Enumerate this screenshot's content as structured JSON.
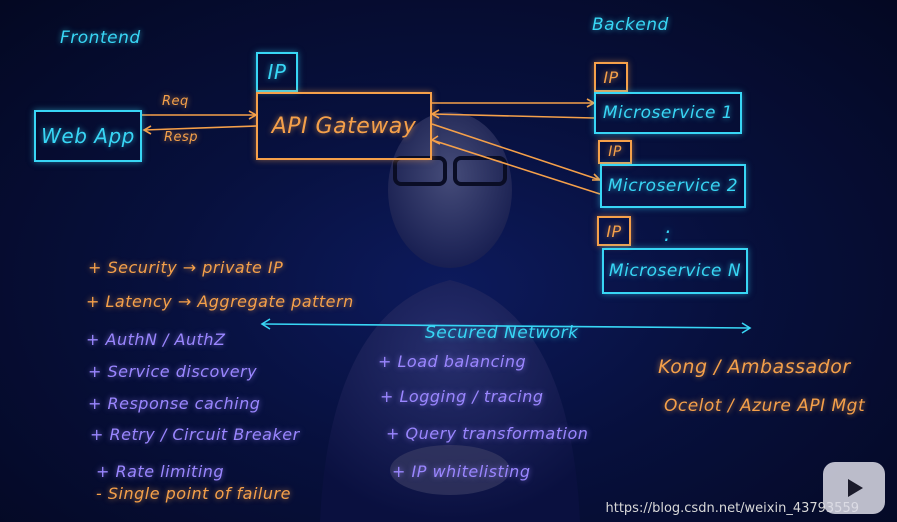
{
  "labels": {
    "frontend": "Frontend",
    "backend": "Backend",
    "web_app": "Web App",
    "api_gateway": "API Gateway",
    "ip": "IP",
    "req": "Req",
    "resp": "Resp",
    "microservice_1": "Microservice 1",
    "microservice_2": "Microservice 2",
    "microservice_n": "Microservice N",
    "dots": ":",
    "secured_network": "Secured Network"
  },
  "pros_left": [
    "+ Security → private IP",
    "+ Latency → Aggregate pattern",
    "+ AuthN / AuthZ",
    "+ Service discovery",
    "+ Response caching",
    "+ Retry / Circuit Breaker",
    "+ Rate limiting"
  ],
  "cons_left": [
    "- Single point of failure"
  ],
  "pros_right": [
    "+ Load balancing",
    "+ Logging / tracing",
    "+ Query transformation",
    "+ IP whitelisting"
  ],
  "products": [
    "Kong / Ambassador",
    "Ocelot / Azure API Mgt"
  ],
  "watermark": "https://blog.csdn.net/weixin_43793559",
  "colors": {
    "cyan": "#38d6f5",
    "orange": "#f5a04a",
    "violet": "#9a86ff",
    "background": "#07103d"
  }
}
